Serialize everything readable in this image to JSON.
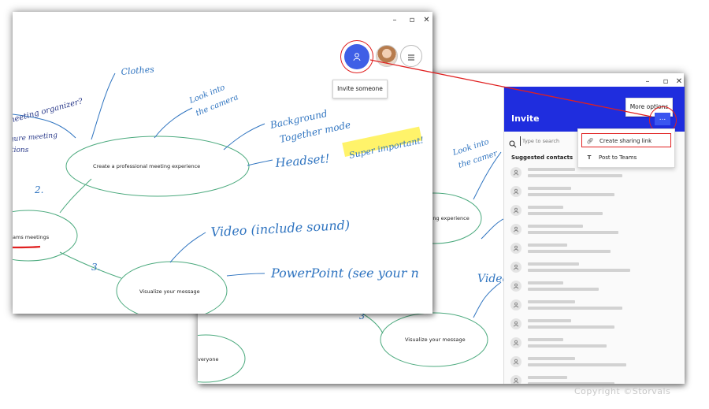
{
  "front_board": {
    "center_node": "ams meetings",
    "node1": "Create a professional meeting experience",
    "node2": "Visualize your message",
    "branch_num_2": "2.",
    "branch_num_3": "3.",
    "hw_clothes": "Clothes",
    "hw_look1": "Look into",
    "hw_look2": "the camera",
    "hw_background1": "Background",
    "hw_background2": "Together mode",
    "hw_headset": "Headset!",
    "hw_super": "Super important!",
    "hw_video": "Video (include sound)",
    "hw_powerpoint": "PowerPoint (see your n",
    "hw_left1": "meeting organizer?",
    "hw_left2": "gure meeting",
    "hw_left3": "tions"
  },
  "back_board": {
    "node1_partial": "eting experience",
    "node2": "Visualize your message",
    "node3_partial": "veryone",
    "hw_look1": "Look into",
    "hw_look2": "the camer",
    "hw_video": "Video",
    "branch_num_3": "3"
  },
  "front_controls": {
    "invite_tooltip": "Invite someone",
    "invite_icon": "person-icon",
    "menu_icon": "hamburger-icon"
  },
  "invite_panel": {
    "title": "Invite",
    "more_tooltip": "More options",
    "more_label": "...",
    "search_placeholder": "Type to search",
    "suggested_title": "Suggested contacts"
  },
  "more_menu": {
    "create_link": "Create sharing link",
    "post_teams": "Post to Teams"
  },
  "window_controls": {
    "minimize": "–",
    "maximize": "▫",
    "close": "✕"
  },
  "copyright": "Copyright ©Storvals",
  "colors": {
    "accent": "#1f2dde",
    "highlight_red": "#e02020",
    "ink_blue": "#2f74c0",
    "node_green": "#4caa7e"
  }
}
